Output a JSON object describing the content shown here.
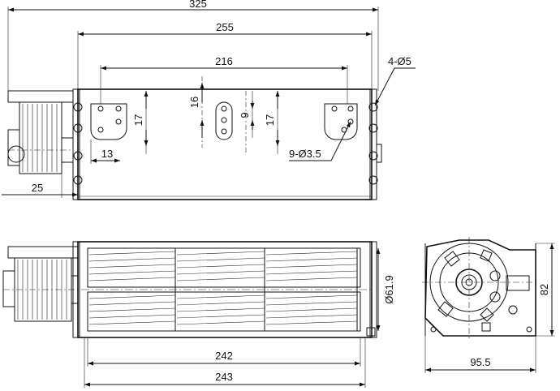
{
  "dimensions": {
    "overall_length": "325",
    "housing_length": "255",
    "hole_spacing": "216",
    "mount_hole_count": "4-Ø5",
    "slot_height": "16",
    "slot_pitch_left": "17",
    "slot_pitch_right": "17",
    "slot_gap": "9",
    "slot_hole_count": "9-Ø3.5",
    "slot_offset": "13",
    "motor_offset": "25",
    "impeller_diameter": "Ø61.9",
    "impeller_length": "242",
    "body_length": "243",
    "side_height": "82",
    "side_width": "95.5"
  }
}
